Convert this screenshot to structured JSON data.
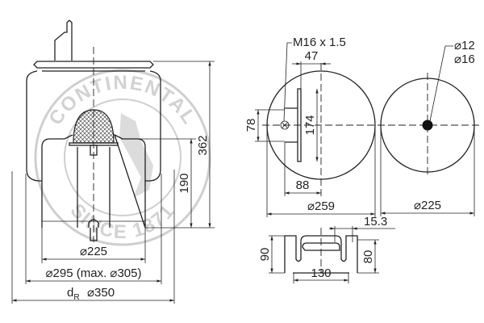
{
  "watermark": {
    "brand": "CONTINENTAL",
    "since": "SINCE 1871"
  },
  "side_view": {
    "height_total": "362",
    "height_piston": "190",
    "piston_diameter": "⌀225",
    "bellows_diameter": "⌀295 (max. ⌀305)",
    "roll_diameter_symbol": "d",
    "roll_diameter_subscript": "R",
    "roll_diameter": "⌀350"
  },
  "top_view": {
    "thread": "M16 x 1.5",
    "offset_47": "47",
    "length_174": "174",
    "height_78": "78",
    "offset_88": "88",
    "diameter": "⌀259"
  },
  "bottom_view": {
    "hole_1": "⌀12",
    "hole_2": "⌀16",
    "diameter": "⌀225"
  },
  "profile_view": {
    "slot_width": "15.3",
    "height_90": "90",
    "height_80": "80",
    "width_130": "130"
  }
}
